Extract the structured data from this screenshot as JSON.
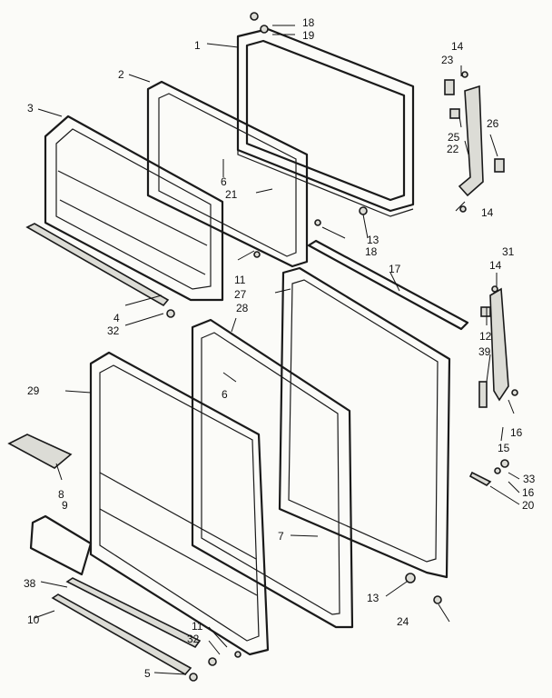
{
  "diagram": {
    "callouts": [
      {
        "id": "c1",
        "text": "1"
      },
      {
        "id": "c2",
        "text": "2"
      },
      {
        "id": "c3",
        "text": "3"
      },
      {
        "id": "c4",
        "text": "4"
      },
      {
        "id": "c5",
        "text": "5"
      },
      {
        "id": "c6a",
        "text": "6"
      },
      {
        "id": "c6b",
        "text": "6"
      },
      {
        "id": "c7",
        "text": "7"
      },
      {
        "id": "c8",
        "text": "8"
      },
      {
        "id": "c9",
        "text": "9"
      },
      {
        "id": "c10",
        "text": "10"
      },
      {
        "id": "c11a",
        "text": "11"
      },
      {
        "id": "c11b",
        "text": "11"
      },
      {
        "id": "c12",
        "text": "12"
      },
      {
        "id": "c13a",
        "text": "13"
      },
      {
        "id": "c13b",
        "text": "13"
      },
      {
        "id": "c14a",
        "text": "14"
      },
      {
        "id": "c14b",
        "text": "14"
      },
      {
        "id": "c14c",
        "text": "14"
      },
      {
        "id": "c15",
        "text": "15"
      },
      {
        "id": "c16a",
        "text": "16"
      },
      {
        "id": "c16b",
        "text": "16"
      },
      {
        "id": "c17",
        "text": "17"
      },
      {
        "id": "c18a",
        "text": "18"
      },
      {
        "id": "c18b",
        "text": "18"
      },
      {
        "id": "c19",
        "text": "19"
      },
      {
        "id": "c20",
        "text": "20"
      },
      {
        "id": "c21",
        "text": "21"
      },
      {
        "id": "c22",
        "text": "22"
      },
      {
        "id": "c23",
        "text": "23"
      },
      {
        "id": "c24",
        "text": "24"
      },
      {
        "id": "c25",
        "text": "25"
      },
      {
        "id": "c26",
        "text": "26"
      },
      {
        "id": "c27",
        "text": "27"
      },
      {
        "id": "c28",
        "text": "28"
      },
      {
        "id": "c29",
        "text": "29"
      },
      {
        "id": "c31",
        "text": "31"
      },
      {
        "id": "c32a",
        "text": "32"
      },
      {
        "id": "c32b",
        "text": "32"
      },
      {
        "id": "c33",
        "text": "33"
      },
      {
        "id": "c38",
        "text": "38"
      },
      {
        "id": "c39",
        "text": "39"
      }
    ]
  }
}
